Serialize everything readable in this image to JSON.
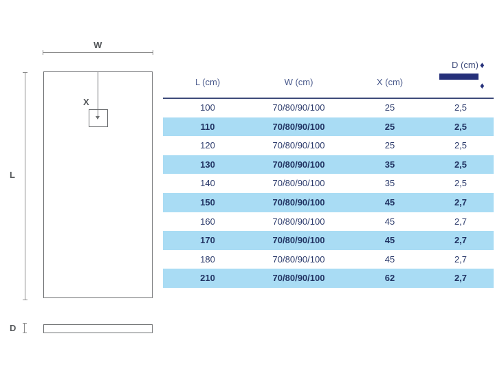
{
  "diagram": {
    "width_label": "W",
    "length_label": "L",
    "drain_label": "X",
    "depth_label": "D",
    "shapes": {
      "tray_outline": "rectangle",
      "drain_square": "square",
      "depth_profile": "thin-bar"
    }
  },
  "table": {
    "headers": {
      "length": "L (cm)",
      "width": "W (cm)",
      "drain": "X (cm)",
      "depth": "D (cm)"
    },
    "depth_header_icons": {
      "arrow_up": "♦",
      "arrow_down": "♦",
      "bar_color": "#25307a"
    },
    "rows": [
      {
        "l": "100",
        "w": "70/80/90/100",
        "x": "25",
        "d": "2,5"
      },
      {
        "l": "110",
        "w": "70/80/90/100",
        "x": "25",
        "d": "2,5"
      },
      {
        "l": "120",
        "w": "70/80/90/100",
        "x": "25",
        "d": "2,5"
      },
      {
        "l": "130",
        "w": "70/80/90/100",
        "x": "35",
        "d": "2,5"
      },
      {
        "l": "140",
        "w": "70/80/90/100",
        "x": "35",
        "d": "2,5"
      },
      {
        "l": "150",
        "w": "70/80/90/100",
        "x": "45",
        "d": "2,7"
      },
      {
        "l": "160",
        "w": "70/80/90/100",
        "x": "45",
        "d": "2,7"
      },
      {
        "l": "170",
        "w": "70/80/90/100",
        "x": "45",
        "d": "2,7"
      },
      {
        "l": "180",
        "w": "70/80/90/100",
        "x": "45",
        "d": "2,7"
      },
      {
        "l": "210",
        "w": "70/80/90/100",
        "x": "62",
        "d": "2,7"
      }
    ]
  },
  "colors": {
    "row_highlight": "#a9dcf4",
    "text_navy": "#2b3a6b",
    "header_navy": "#4a5a8c",
    "accent_bar": "#25307a",
    "line_gray": "#6d6f71",
    "dim_gray": "#8a8a8a",
    "background": "#ffffff"
  }
}
